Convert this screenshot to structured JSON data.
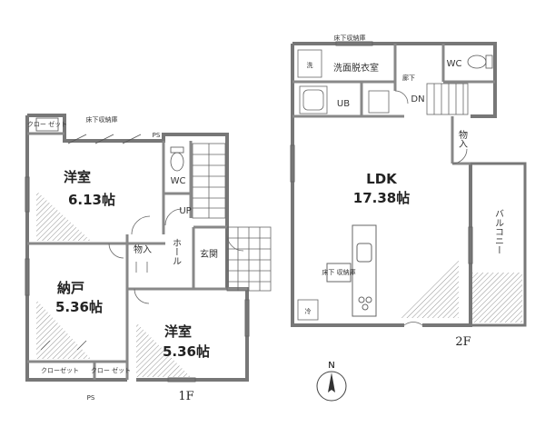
{
  "floor1": {
    "label": "1F",
    "rooms": {
      "western1_name": "洋室",
      "western1_size": "6.13帖",
      "storage_room_name": "納戸",
      "storage_room_size": "5.36帖",
      "western2_name": "洋室",
      "western2_size": "5.36帖",
      "wc": "WC",
      "up": "UP",
      "hall": "ホール",
      "entrance": "玄関",
      "storage": "物入",
      "closet1": "クロー\nゼット",
      "closet2": "クローゼット",
      "closet3": "クロー\nゼット",
      "underfloor": "床下収納庫",
      "ps1": "PS",
      "ps2": "PS"
    }
  },
  "floor2": {
    "label": "2F",
    "rooms": {
      "ldk_name": "LDK",
      "ldk_size": "17.38帖",
      "washroom": "洗面脱衣室",
      "wash": "洗",
      "ub": "UB",
      "corridor": "廊下",
      "dn": "DN",
      "wc": "WC",
      "storage": "物入",
      "balcony": "バルコニー",
      "fridge": "冷",
      "floor_storage": "床下\n収納庫",
      "underfloor": "床下収納庫"
    }
  },
  "compass": {
    "label": "N"
  }
}
